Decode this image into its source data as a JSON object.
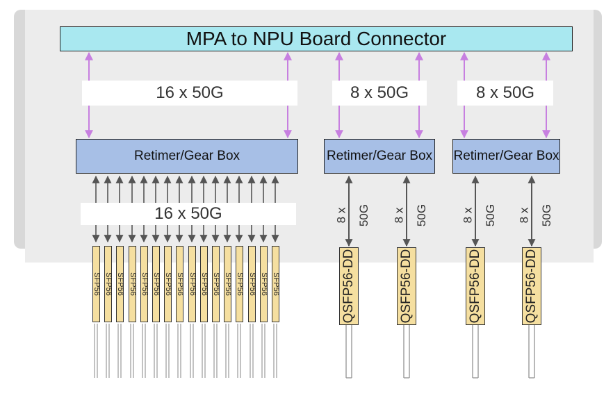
{
  "connector": {
    "label": "MPA to NPU Board Connector"
  },
  "links": {
    "left_top": "16 x 50G",
    "mid_top": "8 x 50G",
    "right_top": "8 x 50G",
    "left_bottom": "16 x 50G",
    "qsfp_link": [
      "8 x",
      "50G"
    ]
  },
  "retimers": [
    {
      "label": "Retimer/Gear Box"
    },
    {
      "label": "Retimer/Gear Box"
    },
    {
      "label": "Retimer/Gear Box"
    }
  ],
  "sfp_label": "SFP56",
  "sfp_count": 16,
  "qsfp_label": "QSFP56-DD",
  "qsfp_count": 4,
  "colors": {
    "connector": "#a9e8f0",
    "retimer": "#a7bfe6",
    "module": "#f5dfa0",
    "upper_arrow": "#c77fe0",
    "lower_arrow": "#555555"
  }
}
